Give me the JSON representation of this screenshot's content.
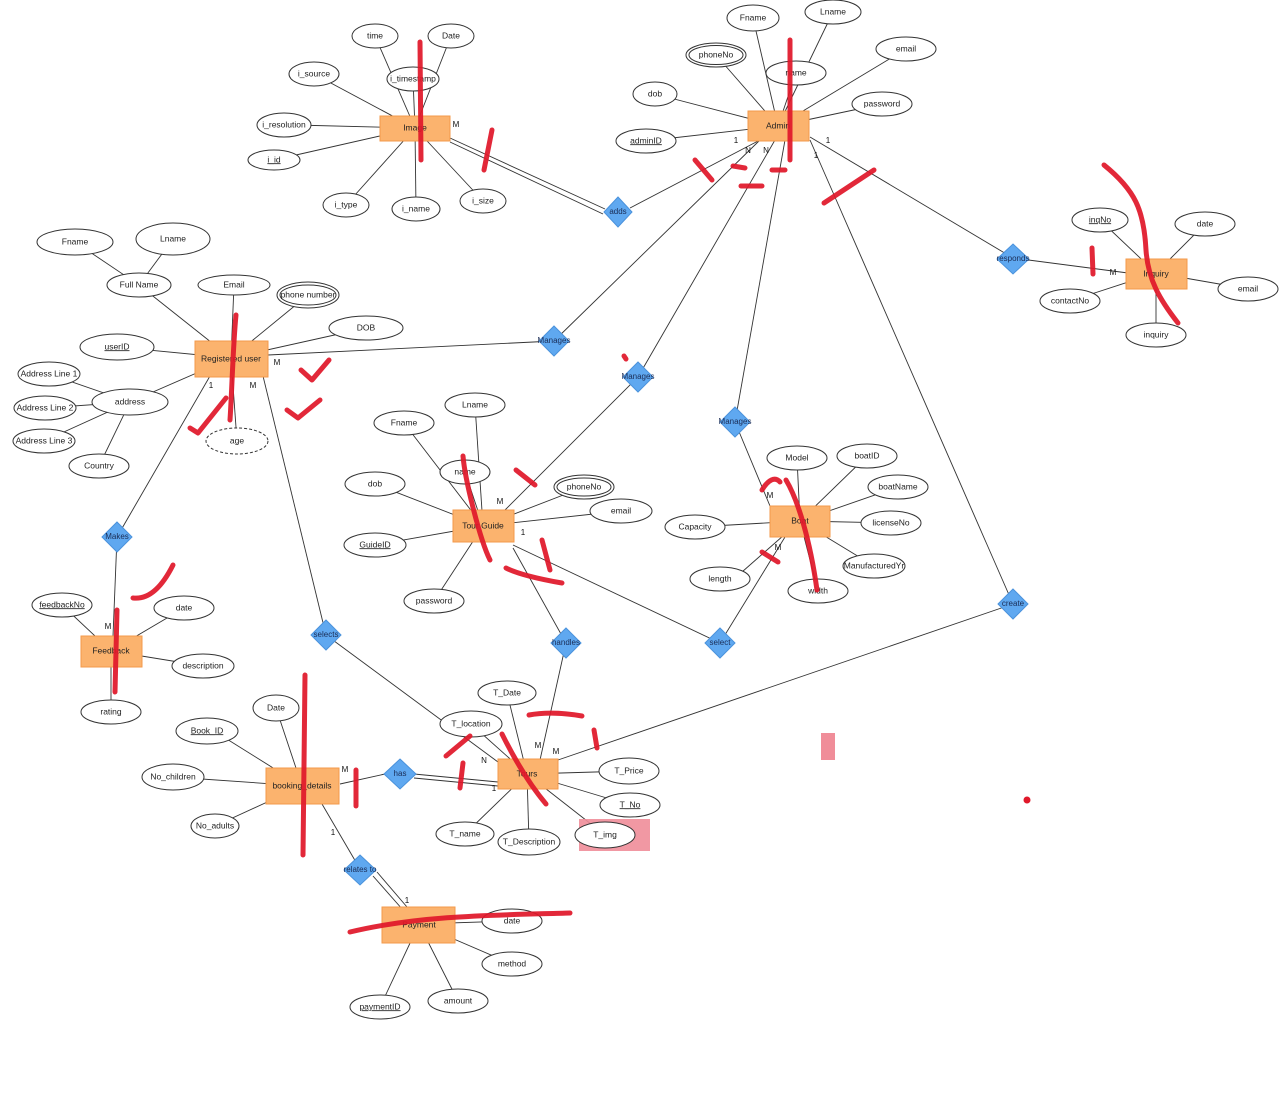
{
  "entities": {
    "image": "Image",
    "admin": "Admin",
    "inquiry": "Inquiry",
    "registered_user": "Registered user",
    "tour_guide": "Tour Guide",
    "boat": "Boat",
    "feedback": "Feedback",
    "booking_details": "booking_details",
    "tours": "Tours",
    "payment": "Payment"
  },
  "relationships": {
    "adds": "adds",
    "responds": "responds",
    "manages_user": "Manages",
    "manages_guide": "Manages",
    "manages_boat": "Manages",
    "makes": "Makes",
    "selects": "selects",
    "handles": "handles",
    "select": "select",
    "create": "create",
    "has": "has",
    "relates_to": "relates to"
  },
  "attributes": {
    "image": {
      "time": "time",
      "date": "Date",
      "i_source": "i_source",
      "i_timestamp": "i_timestamp",
      "i_resolution": "i_resolution",
      "i_id": "i_id",
      "i_type": "i_type",
      "i_name": "i_name",
      "i_size": "i_size"
    },
    "admin": {
      "fname": "Fname",
      "lname": "Lname",
      "phoneno": "phoneNo",
      "name": "name",
      "email": "email",
      "dob": "dob",
      "password": "password",
      "adminid": "adminID"
    },
    "inquiry": {
      "inqno": "inqNo",
      "date": "date",
      "contactno": "contactNo",
      "email": "email",
      "inquiry": "inquiry"
    },
    "registered_user": {
      "fname": "Fname",
      "lname": "Lname",
      "full_name": "Full Name",
      "email": "Email",
      "phone_number": "phone number",
      "dob": "DOB",
      "userid": "userID",
      "address": "address",
      "address_line_1": "Address Line 1",
      "address_line_2": "Address Line 2",
      "address_line_3": "Address Line 3",
      "country": "Country",
      "age": "age"
    },
    "tour_guide": {
      "lname": "Lname",
      "fname": "Fname",
      "name": "name",
      "phoneno": "phoneNo",
      "dob": "dob",
      "email": "email",
      "guideid": "GuideID",
      "password": "password"
    },
    "boat": {
      "model": "Model",
      "boatid": "boatID",
      "boatname": "boatName",
      "capacity": "Capacity",
      "licenseno": "licenseNo",
      "manufacturedyr": "ManufacturedYr",
      "length": "length",
      "width": "width"
    },
    "feedback": {
      "feedbackno": "feedbackNo",
      "date": "date",
      "description": "description",
      "rating": "rating"
    },
    "booking_details": {
      "date": "Date",
      "book_id": "Book_ID",
      "no_children": "No_children",
      "no_adults": "No_adults"
    },
    "tours": {
      "t_date": "T_Date",
      "t_location": "T_location",
      "t_price": "T_Price",
      "t_no": "T_No",
      "t_name": "T_name",
      "t_description": "T_Description",
      "t_img": "T_img"
    },
    "payment": {
      "date": "date",
      "method": "method",
      "amount": "amount",
      "paymentid": "paymentID"
    }
  },
  "cardinalities": {
    "image_m": "M",
    "admin_1a": "1",
    "admin_n1": "N",
    "admin_n2": "N",
    "admin_1b": "1",
    "admin_1c": "1",
    "inquiry_m": "M",
    "user_m": "M",
    "user_1": "1",
    "user_m2": "M",
    "guide_m": "M",
    "guide_1": "1",
    "boat_m1": "M",
    "boat_m2": "M",
    "feedback_m": "M",
    "tours_m1": "M",
    "tours_m2": "M",
    "tours_n": "N",
    "tours_1": "1",
    "booking_m": "M",
    "booking_1": "1",
    "payment_1": "1"
  },
  "colors": {
    "entity_fill": "#fbb36e",
    "relationship_fill": "#5fa8f0",
    "annotation_red": "#e0182a",
    "highlight_pink": "#f08d99"
  }
}
